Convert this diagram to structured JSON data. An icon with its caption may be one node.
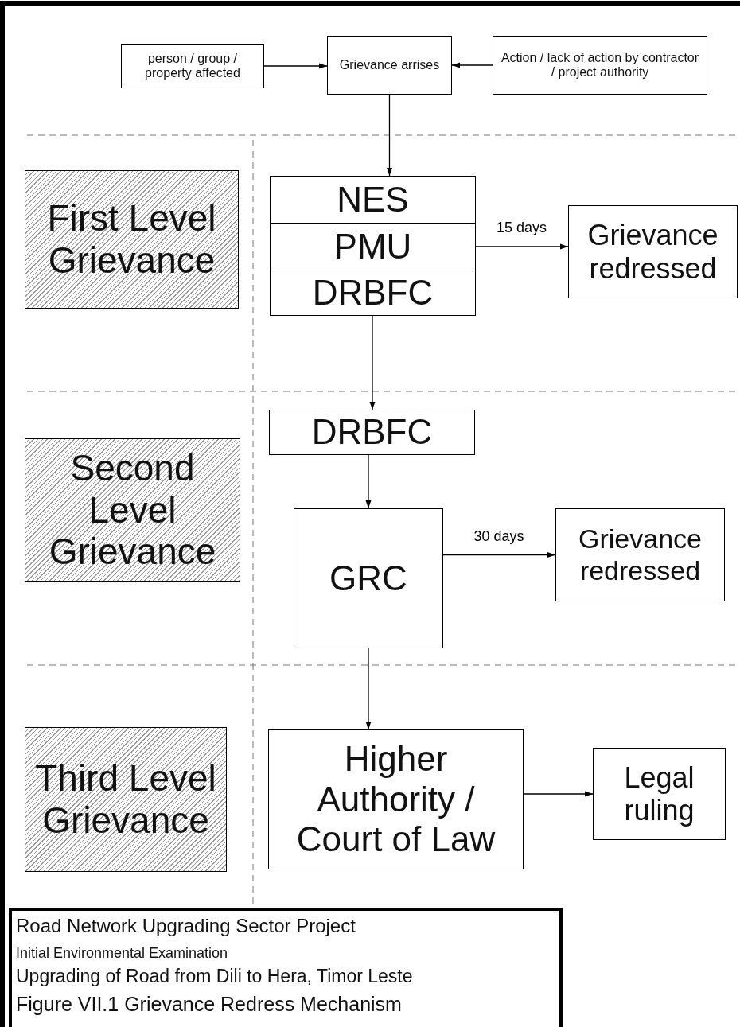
{
  "diagram": {
    "nodes": [
      {
        "text": [
          "person / group / property affected"
        ]
      },
      {
        "text": [
          "Grievance arrises"
        ]
      },
      {
        "text": [
          "Action / lack of action by contractor / project authority"
        ]
      },
      {
        "text": [
          "First Level Grievance"
        ]
      },
      {
        "text": [
          "NES"
        ]
      },
      {
        "text": [
          "PMU"
        ]
      },
      {
        "text": [
          "DRBFC"
        ]
      },
      {
        "text": [
          "Grievance redressed"
        ]
      },
      {
        "text": [
          "Second Level Grievance"
        ]
      },
      {
        "text": [
          "DRBFC"
        ]
      },
      {
        "text": [
          "GRC"
        ]
      },
      {
        "text": [
          "Grievance redressed"
        ]
      },
      {
        "text": [
          "Third Level Grievance"
        ]
      },
      {
        "text": [
          "Higher Authority / Court of Law"
        ]
      },
      {
        "text": [
          "Legal ruling"
        ]
      }
    ],
    "edges": [
      {
        "from": 0,
        "to": 1,
        "arrow": "to"
      },
      {
        "from": 2,
        "to": 1,
        "arrow": "to"
      },
      {
        "from": 1,
        "to": 4,
        "arrow": "to"
      },
      {
        "from": 5,
        "to": 7,
        "arrow": "to",
        "label": "15 days"
      },
      {
        "from": 6,
        "to": 9,
        "arrow": "to"
      },
      {
        "from": 9,
        "to": 10,
        "arrow": "to"
      },
      {
        "from": 10,
        "to": 11,
        "arrow": "to",
        "label": "30 days"
      },
      {
        "from": 10,
        "to": 13,
        "arrow": "to"
      },
      {
        "from": 13,
        "to": 14,
        "arrow": "to"
      }
    ],
    "labels": [
      "Road Network Upgrading Sector Project",
      "Initial Environmental Examination",
      "Upgrading of Road from Dili to Hera, Timor Leste",
      "Figure VII.1 Grievance Redress Mechanism"
    ]
  }
}
